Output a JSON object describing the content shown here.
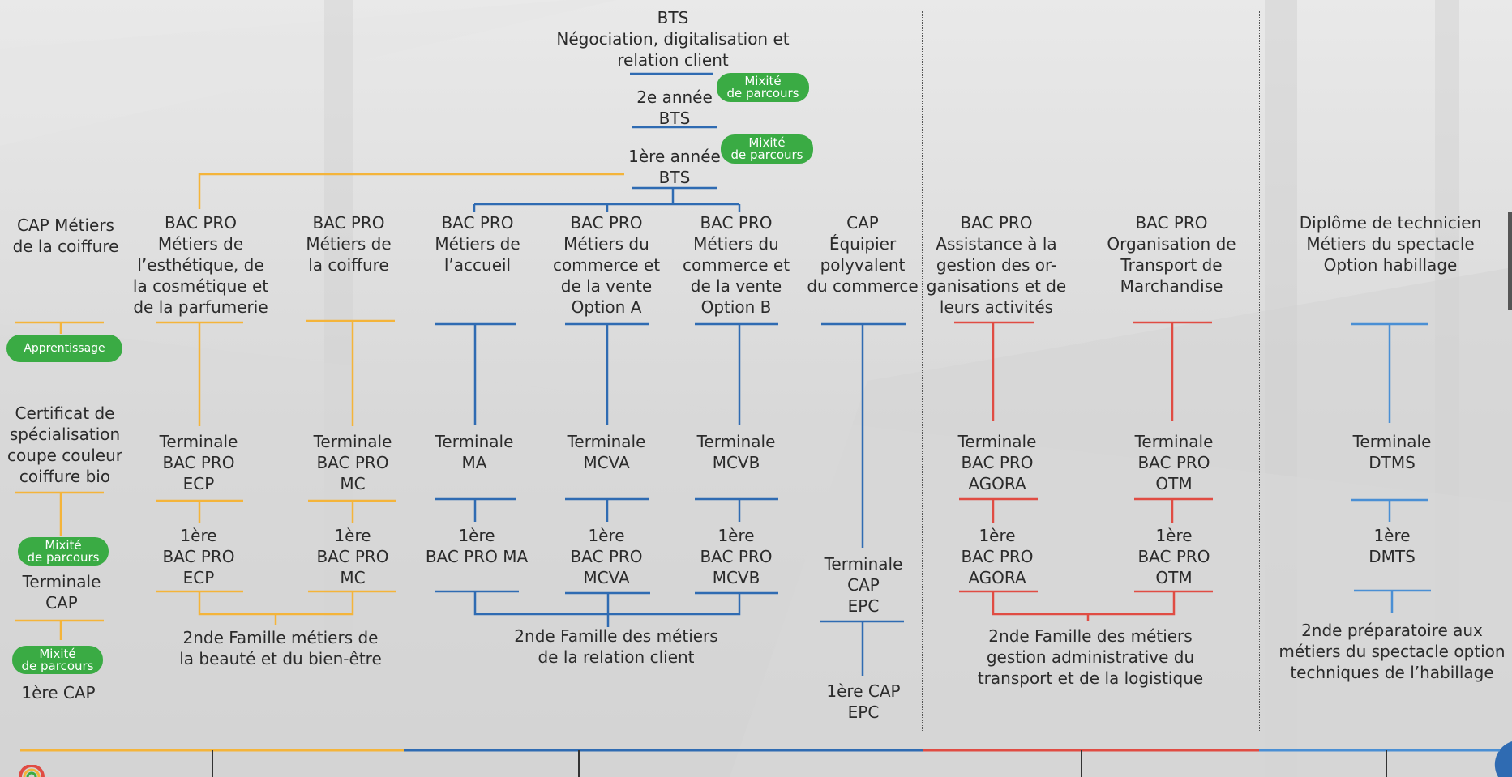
{
  "colors": {
    "beauty": "#f4b43a",
    "relation": "#2f6bb2",
    "admin": "#e04c43",
    "spectacle": "#4a8fd4",
    "badge": "#3aab44"
  },
  "bts": {
    "title": "BTS\nNégociation, digitalisation et\nrelation client",
    "year2": "2e année\nBTS",
    "year1": "1ère année\nBTS",
    "badge_year2": "Mixité\nde parcours",
    "badge_year1": "Mixité\nde parcours"
  },
  "coiffure": {
    "cap": "CAP Métiers\nde la coiffure",
    "badge_apprentissage": "Apprentissage",
    "certificat": "Certificat de\nspécialisation\ncoupe couleur\ncoiffure bio",
    "badge_mix1": "Mixité\nde parcours",
    "terminale": "Terminale\nCAP",
    "badge_mix2": "Mixité\nde parcours",
    "premiere": "1ère CAP"
  },
  "beaute": {
    "ecp": {
      "title": "BAC PRO\nMétiers de\nl’esthétique, de\nla cosmétique et\nde la parfumerie",
      "terminale": "Terminale\nBAC PRO\nECP",
      "premiere": "1ère\nBAC PRO\nECP"
    },
    "mc": {
      "title": "BAC PRO\nMétiers de\nla coiffure",
      "terminale": "Terminale\nBAC PRO\nMC",
      "premiere": "1ère\nBAC PRO\nMC"
    },
    "famille": "2nde Famille métiers de\nla beauté et du bien-être"
  },
  "relation": {
    "ma": {
      "title": "BAC PRO\nMétiers de\nl’accueil",
      "terminale": "Terminale\nMA",
      "premiere": "1ère\nBAC PRO MA"
    },
    "mcva": {
      "title": "BAC PRO\nMétiers du\ncommerce et\nde la vente\nOption A",
      "terminale": "Terminale\nMCVA",
      "premiere": "1ère\nBAC PRO\nMCVA"
    },
    "mcvb": {
      "title": "BAC PRO\nMétiers du\ncommerce et\nde la vente\nOption B",
      "terminale": "Terminale\nMCVB",
      "premiere": "1ère\nBAC PRO\nMCVB"
    },
    "famille": "2nde Famille des métiers\nde la relation client",
    "cap": {
      "title": "CAP\nÉquipier\npolyvalent\ndu commerce",
      "terminale": "Terminale\nCAP\nEPC",
      "premiere": "1ère CAP\nEPC"
    }
  },
  "admin": {
    "agora": {
      "title": "BAC PRO\nAssistance à la\ngestion des or-\nganisations et de\nleurs activités",
      "terminale": "Terminale\nBAC PRO\nAGORA",
      "premiere": "1ère\nBAC PRO\nAGORA"
    },
    "otm": {
      "title": "BAC PRO\nOrganisation de\nTransport de\nMarchandise",
      "terminale": "Terminale\nBAC PRO\nOTM",
      "premiere": "1ère\nBAC PRO\nOTM"
    },
    "famille": "2nde Famille des métiers\ngestion administrative du\ntransport et de la logistique"
  },
  "spectacle": {
    "title": "Diplôme de technicien\nMétiers du spectacle\nOption habillage",
    "terminale": "Terminale\nDTMS",
    "premiere": "1ère\nDMTS",
    "seconde": "2nde préparatoire aux\nmétiers du spectacle option\ntechniques de l’habillage"
  }
}
